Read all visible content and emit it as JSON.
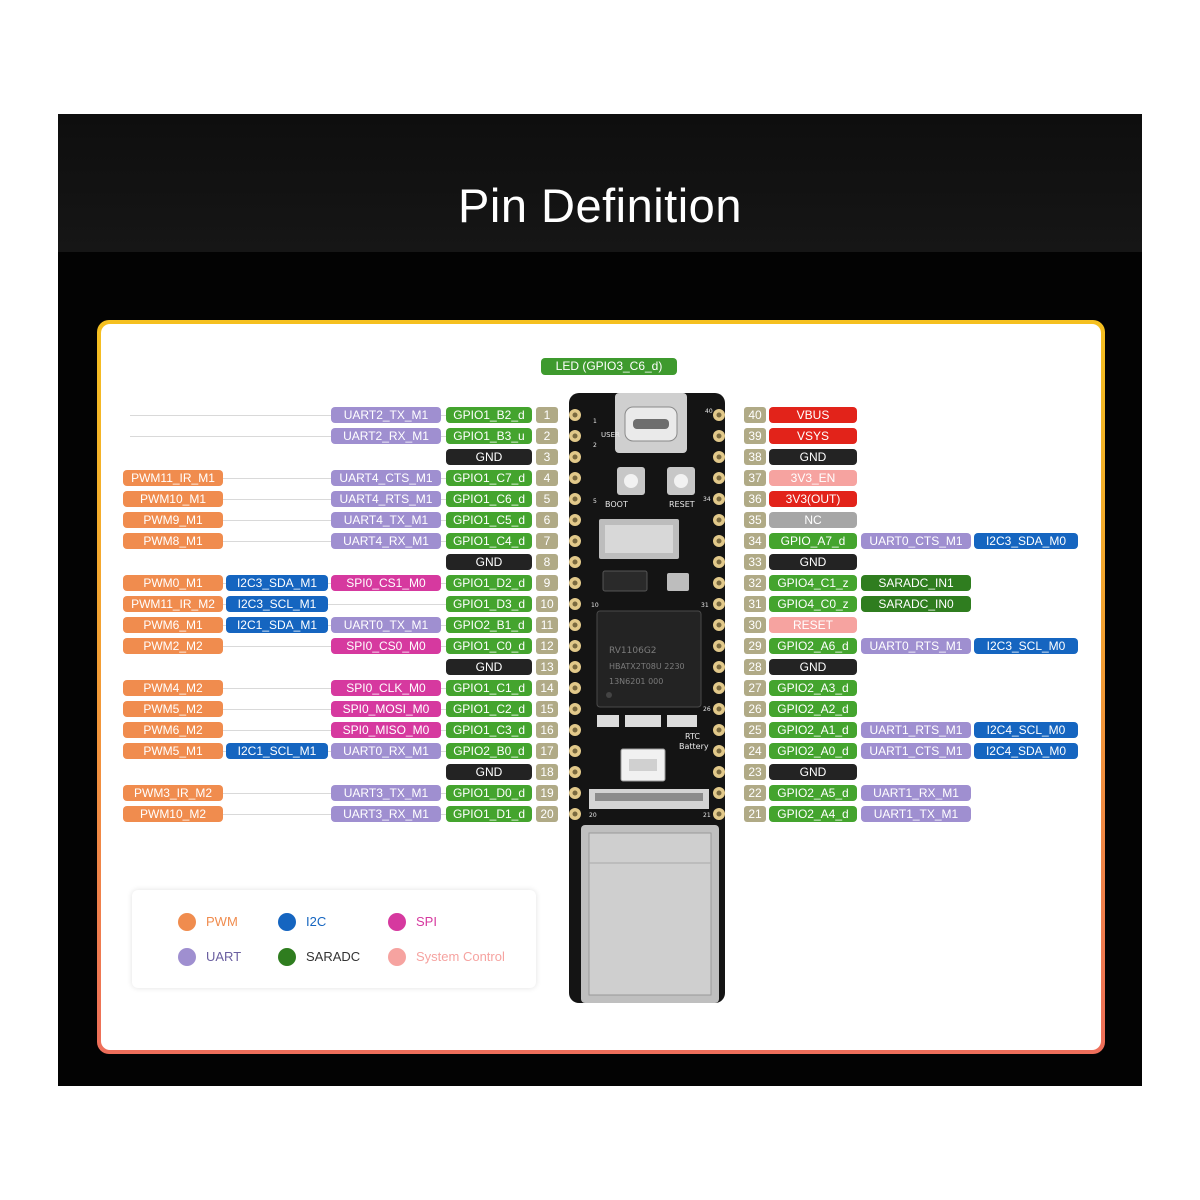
{
  "title": "Pin Definition",
  "led_label": "LED (GPIO3_C6_d)",
  "colors": {
    "PWM": "#f08c4e",
    "I2C": "#1565c0",
    "SPI": "#d6399f",
    "UART": "#9f8fd0",
    "SARADC": "#2f7d1f",
    "GPIO": "#44a42e",
    "GND": "#232323",
    "POWER": "#e2231a",
    "SYSCTRL": "#f6a3a0",
    "NC": "#a6a6a6",
    "NUM": "#b0aa86"
  },
  "legend": [
    {
      "key": "PWM",
      "label": "PWM",
      "color": "#f08c4e",
      "text_color": "#f08c4e"
    },
    {
      "key": "I2C",
      "label": "I2C",
      "color": "#1565c0",
      "text_color": "#1565c0"
    },
    {
      "key": "SPI",
      "label": "SPI",
      "color": "#d6399f",
      "text_color": "#d6399f"
    },
    {
      "key": "UART",
      "label": "UART",
      "color": "#9f8fd0",
      "text_color": "#6a5fa0"
    },
    {
      "key": "SARADC",
      "label": "SARADC",
      "color": "#2f7d1f",
      "text_color": "#333333"
    },
    {
      "key": "SYSCTRL",
      "label": "System Control",
      "color": "#f6a3a0",
      "text_color": "#f6a3a0"
    }
  ],
  "left_pins": [
    {
      "num": "1",
      "pwm": "",
      "i2c": "",
      "spi": "",
      "uart": "UART2_TX_M1",
      "main": "GPIO1_B2_d",
      "type": "GPIO"
    },
    {
      "num": "2",
      "pwm": "",
      "i2c": "",
      "spi": "",
      "uart": "UART2_RX_M1",
      "main": "GPIO1_B3_u",
      "type": "GPIO"
    },
    {
      "num": "3",
      "pwm": "",
      "i2c": "",
      "spi": "",
      "uart": "",
      "main": "GND",
      "type": "GND"
    },
    {
      "num": "4",
      "pwm": "PWM11_IR_M1",
      "i2c": "",
      "spi": "",
      "uart": "UART4_CTS_M1",
      "main": "GPIO1_C7_d",
      "type": "GPIO"
    },
    {
      "num": "5",
      "pwm": "PWM10_M1",
      "i2c": "",
      "spi": "",
      "uart": "UART4_RTS_M1",
      "main": "GPIO1_C6_d",
      "type": "GPIO"
    },
    {
      "num": "6",
      "pwm": "PWM9_M1",
      "i2c": "",
      "spi": "",
      "uart": "UART4_TX_M1",
      "main": "GPIO1_C5_d",
      "type": "GPIO"
    },
    {
      "num": "7",
      "pwm": "PWM8_M1",
      "i2c": "",
      "spi": "",
      "uart": "UART4_RX_M1",
      "main": "GPIO1_C4_d",
      "type": "GPIO"
    },
    {
      "num": "8",
      "pwm": "",
      "i2c": "",
      "spi": "",
      "uart": "",
      "main": "GND",
      "type": "GND"
    },
    {
      "num": "9",
      "pwm": "PWM0_M1",
      "i2c": "I2C3_SDA_M1",
      "spi": "SPI0_CS1_M0",
      "uart": "",
      "main": "GPIO1_D2_d",
      "type": "GPIO"
    },
    {
      "num": "10",
      "pwm": "PWM11_IR_M2",
      "i2c": "I2C3_SCL_M1",
      "spi": "",
      "uart": "",
      "main": "GPIO1_D3_d",
      "type": "GPIO"
    },
    {
      "num": "11",
      "pwm": "PWM6_M1",
      "i2c": "I2C1_SDA_M1",
      "spi": "",
      "uart": "UART0_TX_M1",
      "main": "GPIO2_B1_d",
      "type": "GPIO"
    },
    {
      "num": "12",
      "pwm": "PWM2_M2",
      "i2c": "",
      "spi": "SPI0_CS0_M0",
      "uart": "",
      "main": "GPIO1_C0_d",
      "type": "GPIO"
    },
    {
      "num": "13",
      "pwm": "",
      "i2c": "",
      "spi": "",
      "uart": "",
      "main": "GND",
      "type": "GND"
    },
    {
      "num": "14",
      "pwm": "PWM4_M2",
      "i2c": "",
      "spi": "SPI0_CLK_M0",
      "uart": "",
      "main": "GPIO1_C1_d",
      "type": "GPIO"
    },
    {
      "num": "15",
      "pwm": "PWM5_M2",
      "i2c": "",
      "spi": "SPI0_MOSI_M0",
      "uart": "",
      "main": "GPIO1_C2_d",
      "type": "GPIO"
    },
    {
      "num": "16",
      "pwm": "PWM6_M2",
      "i2c": "",
      "spi": "SPI0_MISO_M0",
      "uart": "",
      "main": "GPIO1_C3_d",
      "type": "GPIO"
    },
    {
      "num": "17",
      "pwm": "PWM5_M1",
      "i2c": "I2C1_SCL_M1",
      "spi": "",
      "uart": "UART0_RX_M1",
      "main": "GPIO2_B0_d",
      "type": "GPIO"
    },
    {
      "num": "18",
      "pwm": "",
      "i2c": "",
      "spi": "",
      "uart": "",
      "main": "GND",
      "type": "GND"
    },
    {
      "num": "19",
      "pwm": "PWM3_IR_M2",
      "i2c": "",
      "spi": "",
      "uart": "UART3_TX_M1",
      "main": "GPIO1_D0_d",
      "type": "GPIO"
    },
    {
      "num": "20",
      "pwm": "PWM10_M2",
      "i2c": "",
      "spi": "",
      "uart": "UART3_RX_M1",
      "main": "GPIO1_D1_d",
      "type": "GPIO"
    }
  ],
  "right_pins": [
    {
      "num": "40",
      "main": "VBUS",
      "type": "POWER",
      "ext1": "",
      "ext1_type": "",
      "ext2": "",
      "ext2_type": ""
    },
    {
      "num": "39",
      "main": "VSYS",
      "type": "POWER",
      "ext1": "",
      "ext1_type": "",
      "ext2": "",
      "ext2_type": ""
    },
    {
      "num": "38",
      "main": "GND",
      "type": "GND",
      "ext1": "",
      "ext1_type": "",
      "ext2": "",
      "ext2_type": ""
    },
    {
      "num": "37",
      "main": "3V3_EN",
      "type": "SYSCTRL",
      "ext1": "",
      "ext1_type": "",
      "ext2": "",
      "ext2_type": ""
    },
    {
      "num": "36",
      "main": "3V3(OUT)",
      "type": "POWER",
      "ext1": "",
      "ext1_type": "",
      "ext2": "",
      "ext2_type": ""
    },
    {
      "num": "35",
      "main": "NC",
      "type": "NC",
      "ext1": "",
      "ext1_type": "",
      "ext2": "",
      "ext2_type": ""
    },
    {
      "num": "34",
      "main": "GPIO_A7_d",
      "type": "GPIO",
      "ext1": "UART0_CTS_M1",
      "ext1_type": "UART",
      "ext2": "I2C3_SDA_M0",
      "ext2_type": "I2C"
    },
    {
      "num": "33",
      "main": "GND",
      "type": "GND",
      "ext1": "",
      "ext1_type": "",
      "ext2": "",
      "ext2_type": ""
    },
    {
      "num": "32",
      "main": "GPIO4_C1_z",
      "type": "GPIO",
      "ext1": "SARADC_IN1",
      "ext1_type": "SARADC",
      "ext2": "",
      "ext2_type": ""
    },
    {
      "num": "31",
      "main": "GPIO4_C0_z",
      "type": "GPIO",
      "ext1": "SARADC_IN0",
      "ext1_type": "SARADC",
      "ext2": "",
      "ext2_type": ""
    },
    {
      "num": "30",
      "main": "RESET",
      "type": "SYSCTRL",
      "ext1": "",
      "ext1_type": "",
      "ext2": "",
      "ext2_type": ""
    },
    {
      "num": "29",
      "main": "GPIO2_A6_d",
      "type": "GPIO",
      "ext1": "UART0_RTS_M1",
      "ext1_type": "UART",
      "ext2": "I2C3_SCL_M0",
      "ext2_type": "I2C"
    },
    {
      "num": "28",
      "main": "GND",
      "type": "GND",
      "ext1": "",
      "ext1_type": "",
      "ext2": "",
      "ext2_type": ""
    },
    {
      "num": "27",
      "main": "GPIO2_A3_d",
      "type": "GPIO",
      "ext1": "",
      "ext1_type": "",
      "ext2": "",
      "ext2_type": ""
    },
    {
      "num": "26",
      "main": "GPIO2_A2_d",
      "type": "GPIO",
      "ext1": "",
      "ext1_type": "",
      "ext2": "",
      "ext2_type": ""
    },
    {
      "num": "25",
      "main": "GPIO2_A1_d",
      "type": "GPIO",
      "ext1": "UART1_RTS_M1",
      "ext1_type": "UART",
      "ext2": "I2C4_SCL_M0",
      "ext2_type": "I2C"
    },
    {
      "num": "24",
      "main": "GPIO2_A0_d",
      "type": "GPIO",
      "ext1": "UART1_CTS_M1",
      "ext1_type": "UART",
      "ext2": "I2C4_SDA_M0",
      "ext2_type": "I2C"
    },
    {
      "num": "23",
      "main": "GND",
      "type": "GND",
      "ext1": "",
      "ext1_type": "",
      "ext2": "",
      "ext2_type": ""
    },
    {
      "num": "22",
      "main": "GPIO2_A5_d",
      "type": "GPIO",
      "ext1": "UART1_RX_M1",
      "ext1_type": "UART",
      "ext2": "",
      "ext2_type": ""
    },
    {
      "num": "21",
      "main": "GPIO2_A4_d",
      "type": "GPIO",
      "ext1": "UART1_TX_M1",
      "ext1_type": "UART",
      "ext2": "",
      "ext2_type": ""
    }
  ],
  "board": {
    "button_boot": "BOOT",
    "button_reset": "RESET",
    "user_text": "USER",
    "chip_line1": "RV1106G2",
    "chip_line2": "HBATX2T08U 2230",
    "chip_line3": "13N6201 000",
    "rtc_line1": "RTC",
    "rtc_line2": "Battery",
    "pin_mark_1": "1",
    "pin_mark_2": "2",
    "pin_mark_5": "5",
    "pin_mark_10": "10",
    "pin_mark_20": "20",
    "pin_mark_21": "21",
    "pin_mark_26": "26",
    "pin_mark_31": "31",
    "pin_mark_34": "34",
    "pin_mark_40": "40"
  }
}
